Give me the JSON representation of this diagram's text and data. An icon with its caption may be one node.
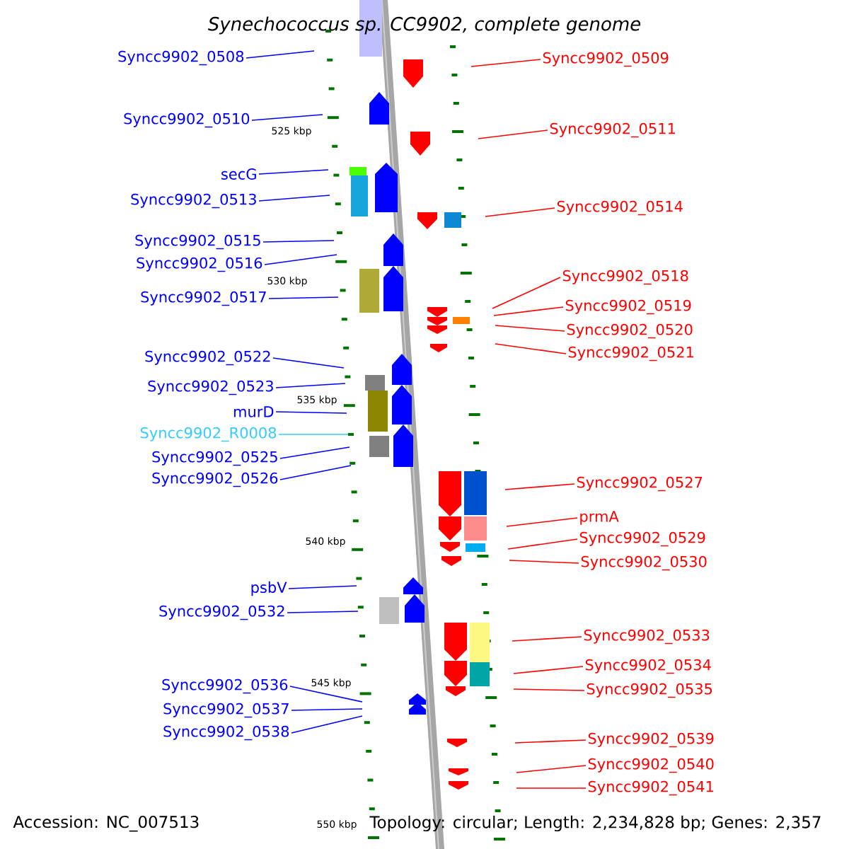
{
  "diagram": {
    "title": "Synechococcus sp. CC9902, complete genome",
    "nodes": [
      {
        "text": [
          "Syncc9902_0508"
        ]
      },
      {
        "text": [
          "Syncc9902_0509"
        ]
      },
      {
        "text": [
          "Syncc9902_0510"
        ]
      },
      {
        "text": [
          "Syncc9902_0511"
        ]
      },
      {
        "text": [
          "secG"
        ]
      },
      {
        "text": [
          "Syncc9902_0513"
        ]
      },
      {
        "text": [
          "Syncc9902_0514"
        ]
      },
      {
        "text": [
          "Syncc9902_0515"
        ]
      },
      {
        "text": [
          "Syncc9902_0516"
        ]
      },
      {
        "text": [
          "Syncc9902_0518"
        ]
      },
      {
        "text": [
          "Syncc9902_0517"
        ]
      },
      {
        "text": [
          "Syncc9902_0519"
        ]
      },
      {
        "text": [
          "Syncc9902_0520"
        ]
      },
      {
        "text": [
          "Syncc9902_0521"
        ]
      },
      {
        "text": [
          "Syncc9902_0522"
        ]
      },
      {
        "text": [
          "Syncc9902_0523"
        ]
      },
      {
        "text": [
          "murD"
        ]
      },
      {
        "text": [
          "Syncc9902_R0008"
        ]
      },
      {
        "text": [
          "Syncc9902_0525"
        ]
      },
      {
        "text": [
          "Syncc9902_0526"
        ]
      },
      {
        "text": [
          "Syncc9902_0527"
        ]
      },
      {
        "text": [
          "prmA"
        ]
      },
      {
        "text": [
          "Syncc9902_0529"
        ]
      },
      {
        "text": [
          "Syncc9902_0530"
        ]
      },
      {
        "text": [
          "psbV"
        ]
      },
      {
        "text": [
          "Syncc9902_0532"
        ]
      },
      {
        "text": [
          "Syncc9902_0533"
        ]
      },
      {
        "text": [
          "Syncc9902_0534"
        ]
      },
      {
        "text": [
          "Syncc9902_0536"
        ]
      },
      {
        "text": [
          "Syncc9902_0535"
        ]
      },
      {
        "text": [
          "Syncc9902_0537"
        ]
      },
      {
        "text": [
          "Syncc9902_0538"
        ]
      },
      {
        "text": [
          "Syncc9902_0539"
        ]
      },
      {
        "text": [
          "Syncc9902_0540"
        ]
      },
      {
        "text": [
          "Syncc9902_0541"
        ]
      }
    ],
    "edges": [
      {
        "from": 0,
        "to": null,
        "arrow": "none"
      },
      {
        "from": 1,
        "to": null,
        "arrow": "none",
        "color": "#ff0000"
      },
      {
        "from": 2,
        "to": null,
        "arrow": "none"
      },
      {
        "from": 3,
        "to": null,
        "arrow": "none",
        "color": "#ff0000"
      },
      {
        "from": 4,
        "to": null,
        "arrow": "none"
      },
      {
        "from": 5,
        "to": null,
        "arrow": "none"
      },
      {
        "from": 6,
        "to": null,
        "arrow": "none",
        "color": "#ff0000"
      },
      {
        "from": 7,
        "to": null,
        "arrow": "none"
      },
      {
        "from": 8,
        "to": null,
        "arrow": "none"
      },
      {
        "from": 9,
        "to": null,
        "arrow": "none",
        "color": "#ff0000"
      },
      {
        "from": 10,
        "to": null,
        "arrow": "none"
      },
      {
        "from": 11,
        "to": null,
        "arrow": "none",
        "color": "#ff0000"
      },
      {
        "from": 12,
        "to": null,
        "arrow": "none",
        "color": "#ff0000"
      },
      {
        "from": 13,
        "to": null,
        "arrow": "none",
        "color": "#ff0000"
      },
      {
        "from": 14,
        "to": null,
        "arrow": "none"
      },
      {
        "from": 15,
        "to": null,
        "arrow": "none"
      },
      {
        "from": 16,
        "to": null,
        "arrow": "none"
      },
      {
        "from": 17,
        "to": null,
        "arrow": "none",
        "color": "#33ccff"
      },
      {
        "from": 18,
        "to": null,
        "arrow": "none"
      },
      {
        "from": 19,
        "to": null,
        "arrow": "none"
      },
      {
        "from": 20,
        "to": null,
        "arrow": "none",
        "color": "#ff0000"
      },
      {
        "from": 21,
        "to": null,
        "arrow": "none",
        "color": "#ff0000"
      },
      {
        "from": 22,
        "to": null,
        "arrow": "none",
        "color": "#ff0000"
      },
      {
        "from": 23,
        "to": null,
        "arrow": "none",
        "color": "#ff0000"
      },
      {
        "from": 24,
        "to": null,
        "arrow": "none"
      },
      {
        "from": 25,
        "to": null,
        "arrow": "none"
      },
      {
        "from": 26,
        "to": null,
        "arrow": "none",
        "color": "#ff0000"
      },
      {
        "from": 27,
        "to": null,
        "arrow": "none",
        "color": "#ff0000"
      },
      {
        "from": 28,
        "to": null,
        "arrow": "none"
      },
      {
        "from": 29,
        "to": null,
        "arrow": "none",
        "color": "#ff0000"
      },
      {
        "from": 30,
        "to": null,
        "arrow": "none"
      },
      {
        "from": 31,
        "to": null,
        "arrow": "none"
      },
      {
        "from": 32,
        "to": null,
        "arrow": "none",
        "color": "#ff0000"
      },
      {
        "from": 33,
        "to": null,
        "arrow": "none",
        "color": "#ff0000"
      },
      {
        "from": 34,
        "to": null,
        "arrow": "none",
        "color": "#ff0000"
      }
    ],
    "labels": [
      "525 kbp",
      "530 kbp",
      "535 kbp",
      "540 kbp",
      "545 kbp",
      "Accession: NC_007513",
      "550 kbp",
      "Topology: circular; Length: 2,234,828 bp; Genes: 2,357"
    ]
  }
}
